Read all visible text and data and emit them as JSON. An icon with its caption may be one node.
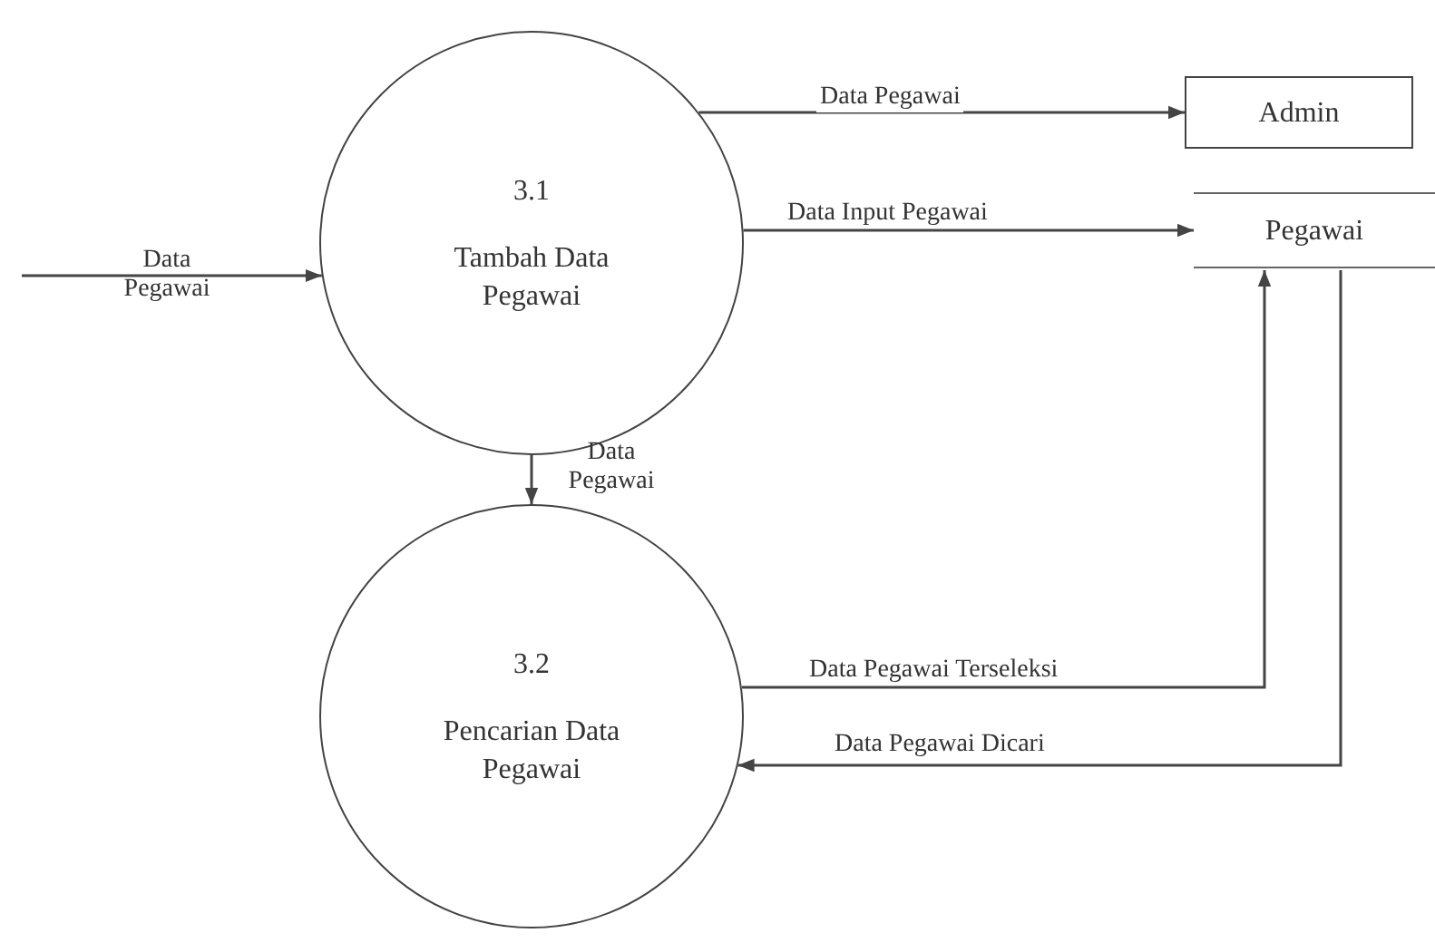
{
  "diagram": {
    "nodes": [
      {
        "text": [
          "3.1",
          "Tambah Data Pegawai"
        ]
      },
      {
        "text": [
          "3.2",
          "Pencarian Data Pegawai"
        ]
      },
      {
        "text": [
          "Admin"
        ]
      },
      {
        "text": [
          "Pegawai"
        ]
      }
    ],
    "edges": [
      {
        "from": null,
        "to": 0,
        "arrow": "to",
        "label": "Data Pegawai"
      },
      {
        "from": 0,
        "to": 2,
        "arrow": "to",
        "label": "Data Pegawai"
      },
      {
        "from": 0,
        "to": 3,
        "arrow": "to",
        "label": "Data Input Pegawai"
      },
      {
        "from": 0,
        "to": 1,
        "arrow": "to",
        "label": "Data Pegawai"
      },
      {
        "from": 1,
        "to": 3,
        "arrow": "to",
        "label": "Data Pegawai Terseleksi"
      },
      {
        "from": 3,
        "to": 1,
        "arrow": "to",
        "label": "Data Pegawai Dicari"
      }
    ]
  }
}
